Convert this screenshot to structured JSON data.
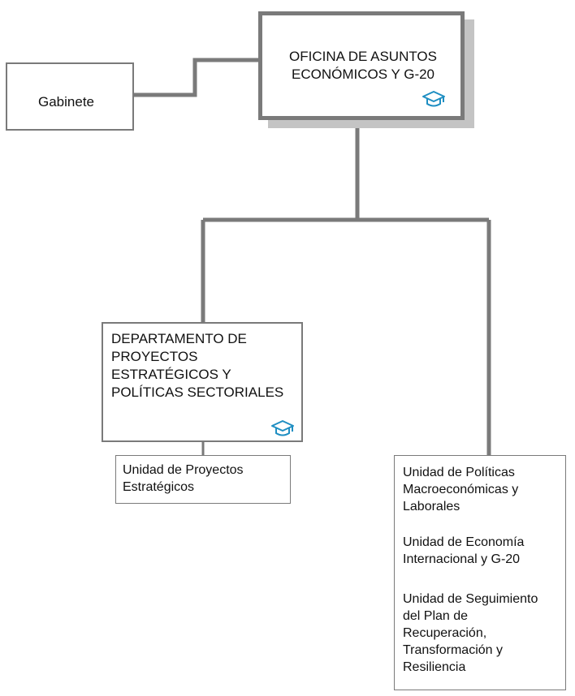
{
  "main_office": {
    "lines": [
      "OFICINA DE ASUNTOS",
      "ECONÓMICOS Y G-20"
    ],
    "icon": "graduation-cap-icon"
  },
  "cabinet": {
    "label": "Gabinete"
  },
  "department": {
    "lines": [
      "DEPARTAMENTO DE",
      "PROYECTOS",
      "ESTRATÉGICOS Y",
      "POLÍTICAS SECTORIALES"
    ],
    "icon": "graduation-cap-icon"
  },
  "unit_projects": {
    "lines": [
      "Unidad de Proyectos",
      "Estratégicos"
    ]
  },
  "units_right": [
    {
      "lines": [
        "Unidad de Políticas",
        "Macroeconómicas y",
        "Laborales"
      ]
    },
    {
      "lines": [
        "Unidad de Economía",
        "Internacional y G-20"
      ]
    },
    {
      "lines": [
        "Unidad de Seguimiento",
        "del Plan de",
        "Recuperación,",
        "Transformación y",
        "Resiliencia"
      ]
    }
  ],
  "colors": {
    "connector": "#7a7a7a",
    "border": "#7a7a7a",
    "shadow": "#c4c4c4",
    "icon": "#1e8ec2"
  }
}
